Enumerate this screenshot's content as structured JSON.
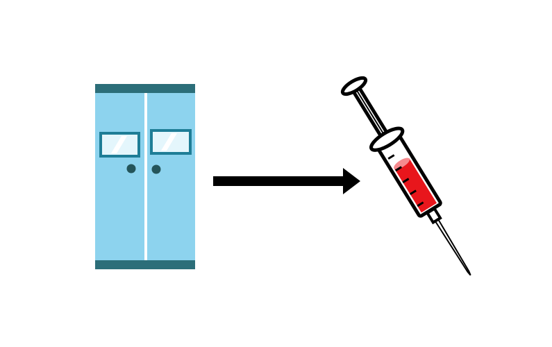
{
  "illustration": {
    "left_icon": "double-door-cabinet",
    "connector": "arrow-right",
    "right_icon": "syringe-with-blood"
  },
  "colors": {
    "door_panel": "#8dd3ee",
    "door_trim": "#2c6e79",
    "window_glass": "#e4f6fc",
    "window_frame": "#1e7d96",
    "knob": "#24555a",
    "arrow": "#000000",
    "blood": "#e8161c",
    "outline": "#000000"
  }
}
